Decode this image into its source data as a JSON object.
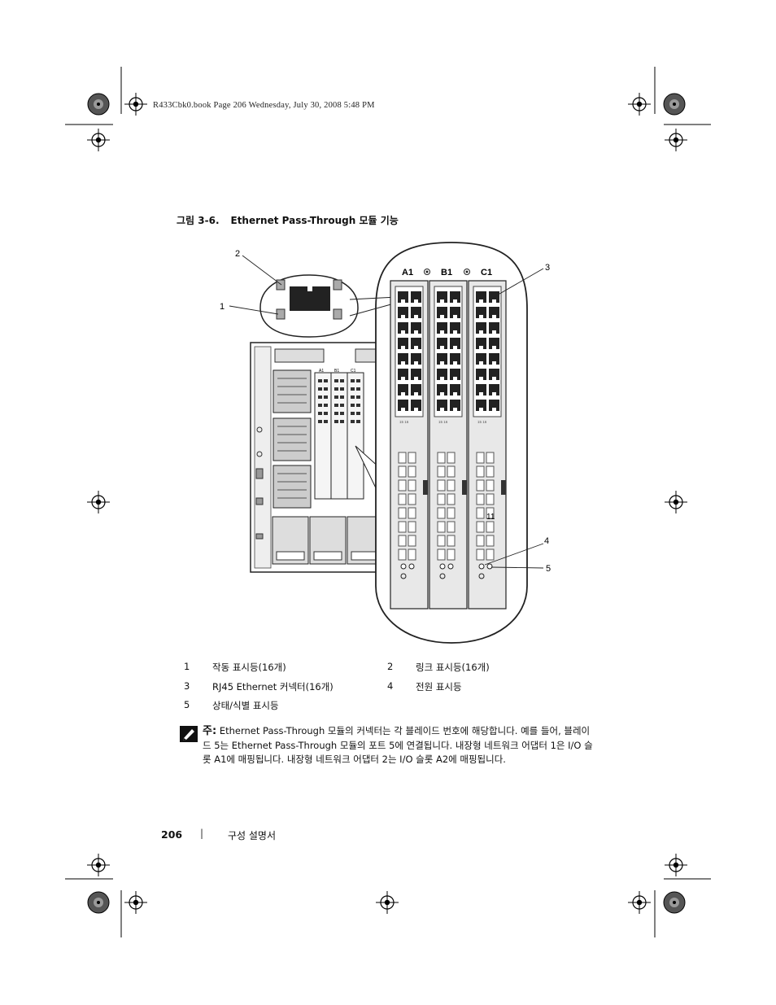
{
  "header": {
    "text": "R433Cbk0.book  Page 206  Wednesday, July 30, 2008  5:48 PM"
  },
  "figure": {
    "caption_number": "그림 3-6.",
    "caption_title": "Ethernet Pass-Through 모듈 기능",
    "module_labels": [
      "A1",
      "B1",
      "C1"
    ],
    "small_labels": [
      "A1",
      "B1",
      "C1"
    ],
    "callouts": [
      "1",
      "2",
      "3",
      "4",
      "5"
    ],
    "port_number_label": "11",
    "port_row_label": "15  16"
  },
  "legend": [
    {
      "num": "1",
      "text": "작동 표시등(16개)"
    },
    {
      "num": "2",
      "text": "링크 표시등(16개)"
    },
    {
      "num": "3",
      "text": "RJ45 Ethernet 커넥터(16개)"
    },
    {
      "num": "4",
      "text": "전원 표시등"
    },
    {
      "num": "5",
      "text": "상태/식별 표시등"
    }
  ],
  "note": {
    "label": "주:",
    "text": "Ethernet Pass-Through 모듈의 커넥터는 각 블레이드 번호에 해당합니다. 예를 들어, 블레이드 5는 Ethernet Pass-Through 모듈의 포트 5에 연결됩니다. 내장형 네트워크 어댑터 1은 I/O 슬롯 A1에 매핑됩니다. 내장형 네트워크 어댑터 2는 I/O 슬롯 A2에 매핑됩니다."
  },
  "footer": {
    "page": "206",
    "separator": "|",
    "title": "구성 설명서"
  }
}
